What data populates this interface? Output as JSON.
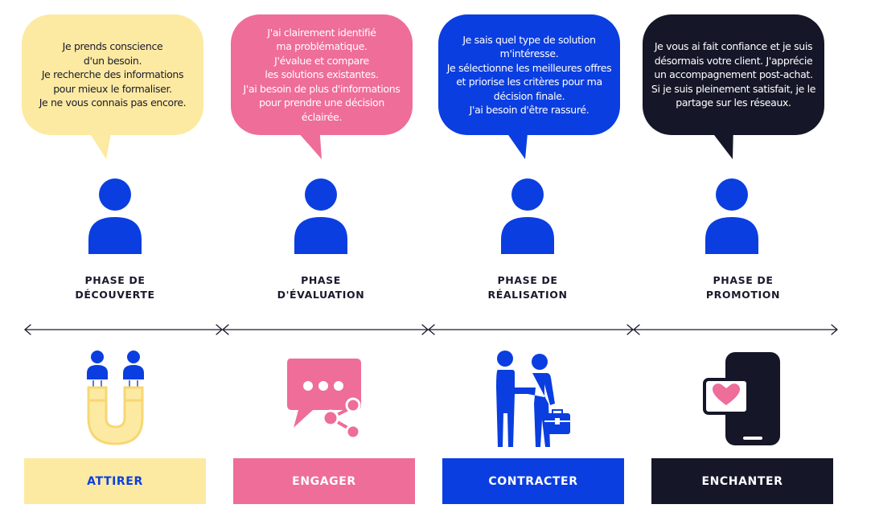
{
  "colors": {
    "yellow": "#fdeaa2",
    "pink": "#ee6d99",
    "blue": "#0a3ee0",
    "navy": "#151728",
    "icon_blue": "#0a3ee0",
    "icon_yellow_stroke": "#f7d774"
  },
  "stages": [
    {
      "bubble_text": "Je prends conscience\nd'un besoin.\nJe recherche des informations\npour mieux le formaliser.\nJe ne vous connais pas encore.",
      "phase_label": "PHASE DE\nDÉCOUVERTE",
      "icon": "magnet-people-icon",
      "action_label": "ATTIRER"
    },
    {
      "bubble_text": "J'ai clairement identifié\nma problématique.\nJ'évalue et compare\nles solutions existantes.\nJ'ai besoin de plus d'informations\npour prendre une décision éclairée.",
      "phase_label": "PHASE\nD'ÉVALUATION",
      "icon": "chat-share-icon",
      "action_label": "ENGAGER"
    },
    {
      "bubble_text": "Je sais quel type de solution\nm'intéresse.\nJe sélectionne les meilleures offres\net priorise les critères pour ma\ndécision finale.\nJ'ai besoin d'être rassuré.",
      "phase_label": "PHASE DE\nRÉALISATION",
      "icon": "handshake-briefcase-icon",
      "action_label": "CONTRACTER"
    },
    {
      "bubble_text": "Je vous ai fait confiance et je suis\ndésormais votre client. J'apprécie\nun accompagnement post-achat.\nSi je suis pleinement satisfait, je le\npartage sur les réseaux.",
      "phase_label": "PHASE DE\nPROMOTION",
      "icon": "phone-heart-icon",
      "action_label": "ENCHANTER"
    }
  ]
}
